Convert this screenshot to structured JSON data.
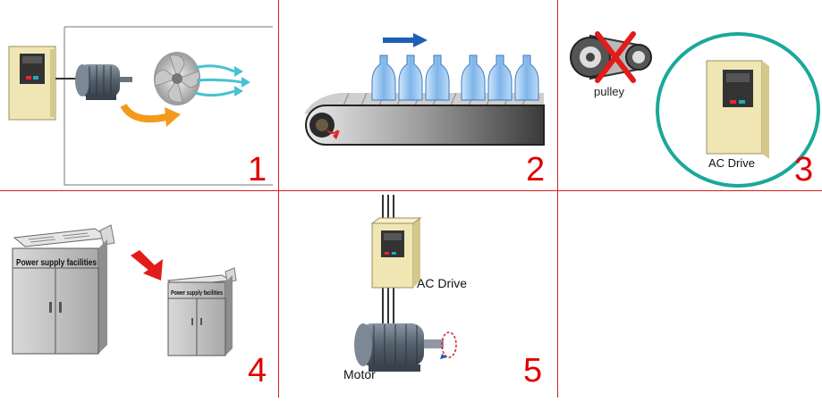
{
  "colors": {
    "grid_line": "#cc2222",
    "panel_number": "#e00000",
    "drive_body": "#efe6b4",
    "drive_screen": "#333333",
    "motor": "#5b6470",
    "ring": "#1aa89a",
    "arrow_blue": "#1f5fb4",
    "arrow_orange": "#f39a1c",
    "cross_red": "#e21b1b",
    "cabinet": "#bdbdbd"
  },
  "panels": [
    {
      "number": "1",
      "icons": [
        "ac-drive-icon",
        "motor-icon",
        "fan-icon",
        "airflow-icon"
      ]
    },
    {
      "number": "2",
      "icons": [
        "conveyor-icon",
        "bottle-icon",
        "direction-arrow-icon"
      ]
    },
    {
      "number": "3",
      "icons": [
        "pulley-icon",
        "cross-icon",
        "ac-drive-icon"
      ],
      "pulley_label": "pulley",
      "drive_label": "AC Drive"
    },
    {
      "number": "4",
      "icons": [
        "cabinet-icon",
        "down-arrow-icon"
      ],
      "large_cabinet_label": "Power supply facilities",
      "small_cabinet_label": "Power supply facilities"
    },
    {
      "number": "5",
      "icons": [
        "ac-drive-icon",
        "motor-icon",
        "rotation-icon"
      ],
      "drive_label": "AC Drive",
      "motor_label": "Motor"
    }
  ]
}
